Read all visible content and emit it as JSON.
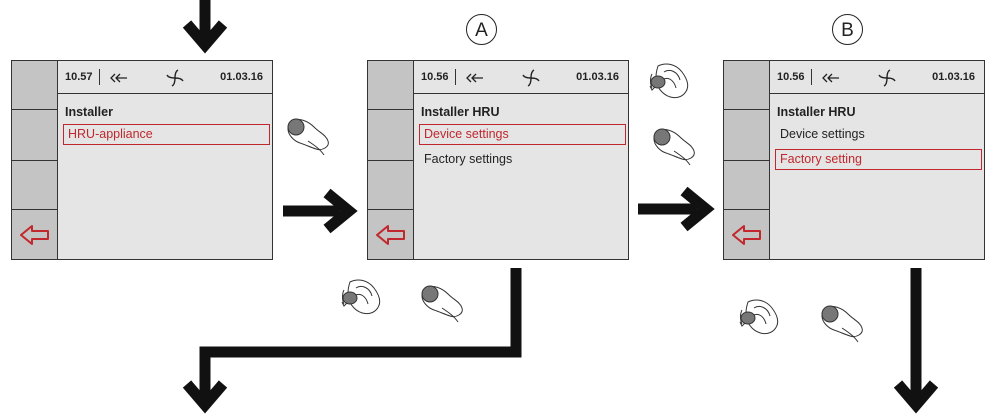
{
  "markers": {
    "a": "A",
    "b": "B"
  },
  "screens": [
    {
      "time": "10.57",
      "date": "01.03.16",
      "title": "Installer",
      "items": [
        "HRU-appliance"
      ],
      "selected_index": 0
    },
    {
      "time": "10.56",
      "date": "01.03.16",
      "title": "Installer HRU",
      "items": [
        "Device settings",
        "Factory settings"
      ],
      "selected_index": 0
    },
    {
      "time": "10.56",
      "date": "01.03.16",
      "title": "Installer HRU",
      "items": [
        "Device settings",
        "Factory setting"
      ],
      "selected_index": 1
    }
  ],
  "icons": {
    "back": "back-arrow-icon",
    "connection": "connection-icon",
    "fan": "fan-icon",
    "press": "press-knob-hand-icon",
    "rotate": "rotate-knob-hand-icon"
  },
  "colors": {
    "accent": "#c0282d",
    "screen_bg": "#e5e5e5",
    "side_bg": "#c4c4c4"
  }
}
